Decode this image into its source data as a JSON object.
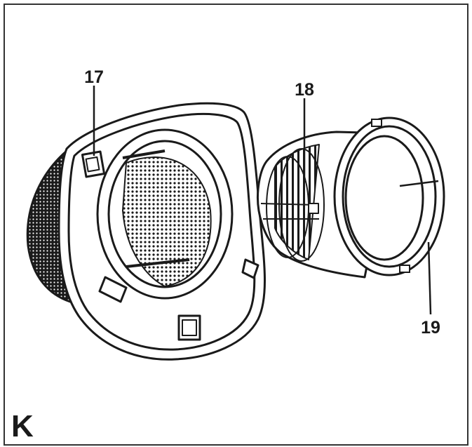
{
  "figure": {
    "panel_letter": "K",
    "callouts": [
      {
        "id": "17",
        "text": "17"
      },
      {
        "id": "18",
        "text": "18"
      },
      {
        "id": "19",
        "text": "19"
      }
    ]
  },
  "colors": {
    "frame": "#333333",
    "line": "#1a1a1a",
    "mesh": "#1a1a1a",
    "background": "#ffffff"
  }
}
